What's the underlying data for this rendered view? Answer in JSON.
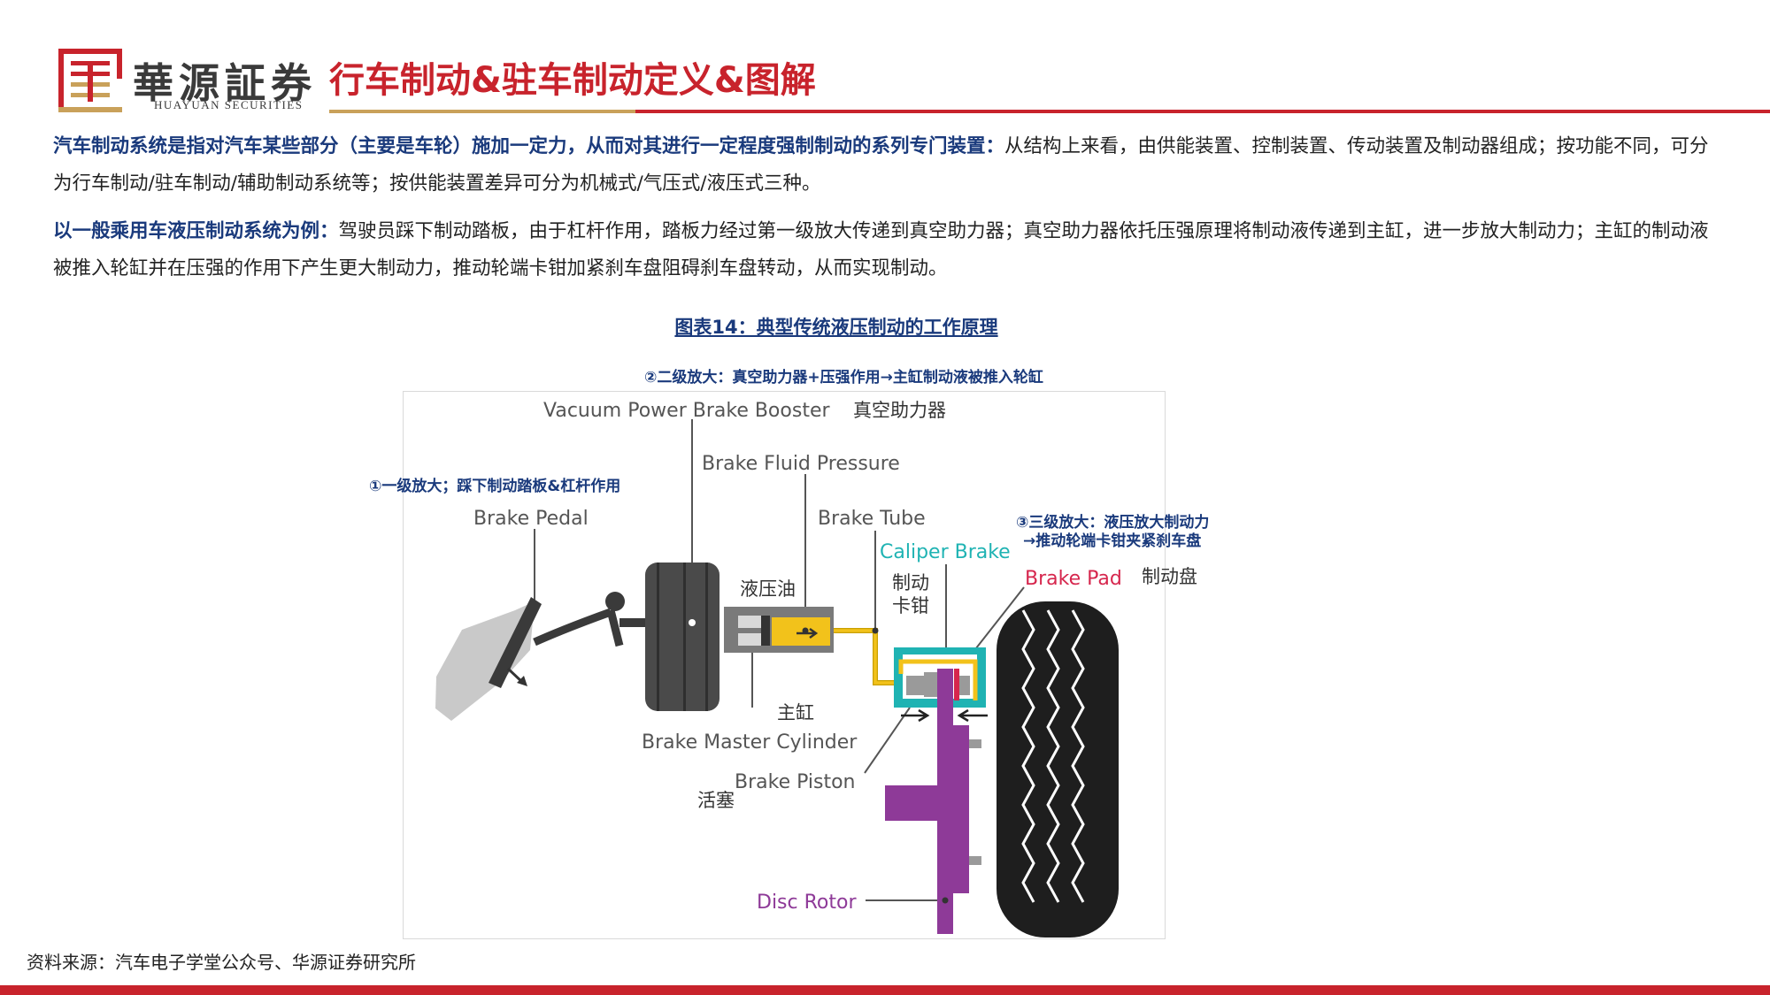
{
  "header": {
    "logo_cn": "華源証券",
    "logo_en": "HUAYUAN SECURITIES",
    "title": "行车制动&驻车制动定义&图解"
  },
  "paragraphs": [
    {
      "bold": "汽车制动系统是指对汽车某些部分（主要是车轮）施加一定力，从而对其进行一定程度强制制动的系列专门装置：",
      "text": "从结构上来看，由供能装置、控制装置、传动装置及制动器组成；按功能不同，可分为行车制动/驻车制动/辅助制动系统等；按供能装置差异可分为机械式/气压式/液压式三种。"
    },
    {
      "bold": "以一般乘用车液压制动系统为例：",
      "text": "驾驶员踩下制动踏板，由于杠杆作用，踏板力经过第一级放大传递到真空助力器；真空助力器依托压强原理将制动液传递到主缸，进一步放大制动力；主缸的制动液被推入轮缸并在压强的作用下产生更大制动力，推动轮端卡钳加紧刹车盘阻碍刹车盘转动，从而实现制动。"
    }
  ],
  "figure": {
    "caption": "图表14：典型传统液压制动的工作原理",
    "notes": {
      "stage2": "②二级放大：真空助力器+压强作用→主缸制动液被推入轮缸",
      "stage1": "①一级放大；踩下制动踏板&杠杆作用",
      "stage3_line1": "③三级放大：液压放大制动力",
      "stage3_line2": "→推动轮端卡钳夹紧刹车盘"
    },
    "labels": {
      "booster_en": "Vacuum Power Brake Booster",
      "booster_cn": "真空助力器",
      "fluid_pressure": "Brake Fluid Pressure",
      "pedal": "Brake Pedal",
      "tube": "Brake Tube",
      "caliper": "Caliper Brake",
      "oil_cn": "液压油",
      "caliper_cn_1": "制动",
      "caliper_cn_2": "卡钳",
      "pad": "Brake Pad",
      "disc_cn": "制动盘",
      "master_cn": "主缸",
      "master_en": "Brake Master Cylinder",
      "piston_en": "Brake Piston",
      "piston_cn": "活塞",
      "rotor": "Disc Rotor"
    }
  },
  "source": "资料来源：汽车电子学堂公众号、华源证券研究所",
  "colors": {
    "brand_red": "#c8232c",
    "brand_gold": "#c9a15a",
    "note_blue": "#1a3a7c",
    "caliper_teal": "#1fb3b3",
    "pad_red": "#d6264d",
    "rotor_purple": "#8e3a98",
    "fluid_yellow": "#f2c21b"
  }
}
